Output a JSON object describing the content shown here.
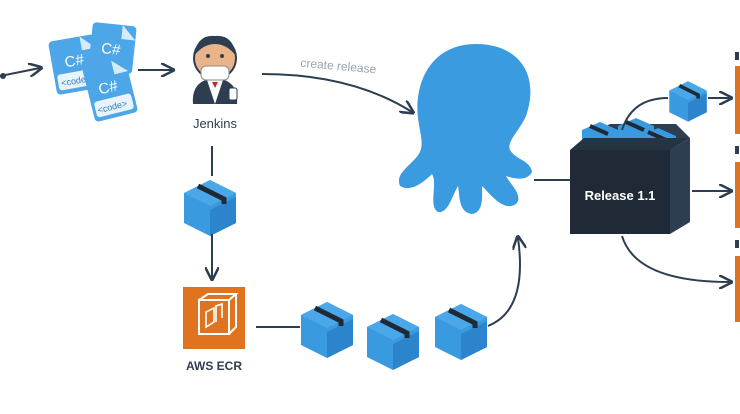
{
  "nodes": {
    "jenkins": {
      "label": "Jenkins",
      "icon": "jenkins-butler-icon"
    },
    "aws_ecr": {
      "label": "AWS ECR",
      "icon": "aws-ecr-icon"
    },
    "octopus": {
      "icon": "octopus-deploy-icon"
    },
    "release": {
      "label": "Release 1.1"
    },
    "code_files": {
      "labels": [
        "C#",
        "C#",
        "C#"
      ],
      "tag": "<code>"
    }
  },
  "edges": {
    "create_release": "create release"
  },
  "colors": {
    "arrow": "#2d3e50",
    "package": "#3a9ae0",
    "package_dark": "#2b7cc0",
    "octopus": "#3b9be0",
    "release_bg": "#1f2a36",
    "aws_orange": "#e0731f",
    "edge_label": "#9aa3ab"
  }
}
